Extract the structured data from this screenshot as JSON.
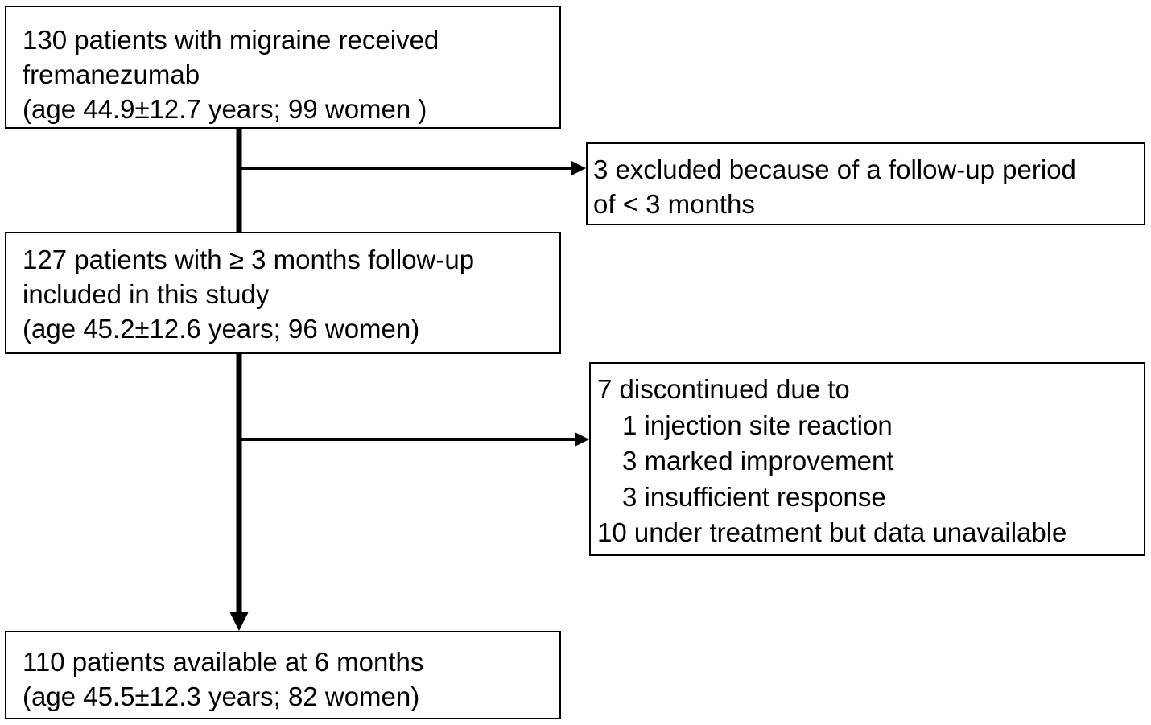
{
  "boxes": {
    "enrolled": {
      "lines": [
        "130 patients with migraine received",
        "fremanezumab",
        "(age 44.9±12.7 years; 99 women )"
      ]
    },
    "excluded": {
      "lines": [
        "3 excluded because of a follow-up period",
        "of < 3 months"
      ]
    },
    "included": {
      "lines": [
        "127 patients with ≥ 3 months follow-up",
        "included in this study",
        "(age 45.2±12.6 years; 96 women)"
      ]
    },
    "discontinued": {
      "heading": "7 discontinued due to",
      "reasons": [
        "1 injection site reaction",
        "3 marked improvement",
        "3 insufficient response"
      ],
      "footer": "10 under treatment but data unavailable"
    },
    "available": {
      "lines": [
        "110 patients available at 6 months",
        "(age 45.5±12.3 years; 82 women)"
      ]
    }
  },
  "colors": {
    "stroke": "#000000",
    "background": "#ffffff"
  }
}
